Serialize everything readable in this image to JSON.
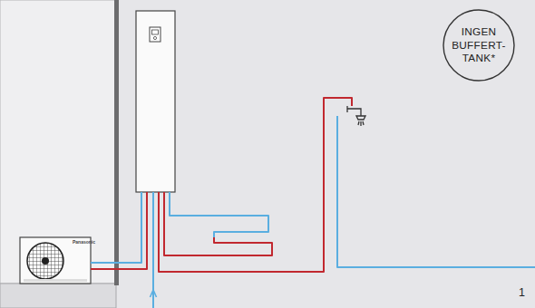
{
  "diagram": {
    "nodes": [
      {
        "text": [
          "INGEN BUFFERT- TANK*"
        ]
      }
    ],
    "labels": [
      "1",
      "Panasonic"
    ]
  }
}
